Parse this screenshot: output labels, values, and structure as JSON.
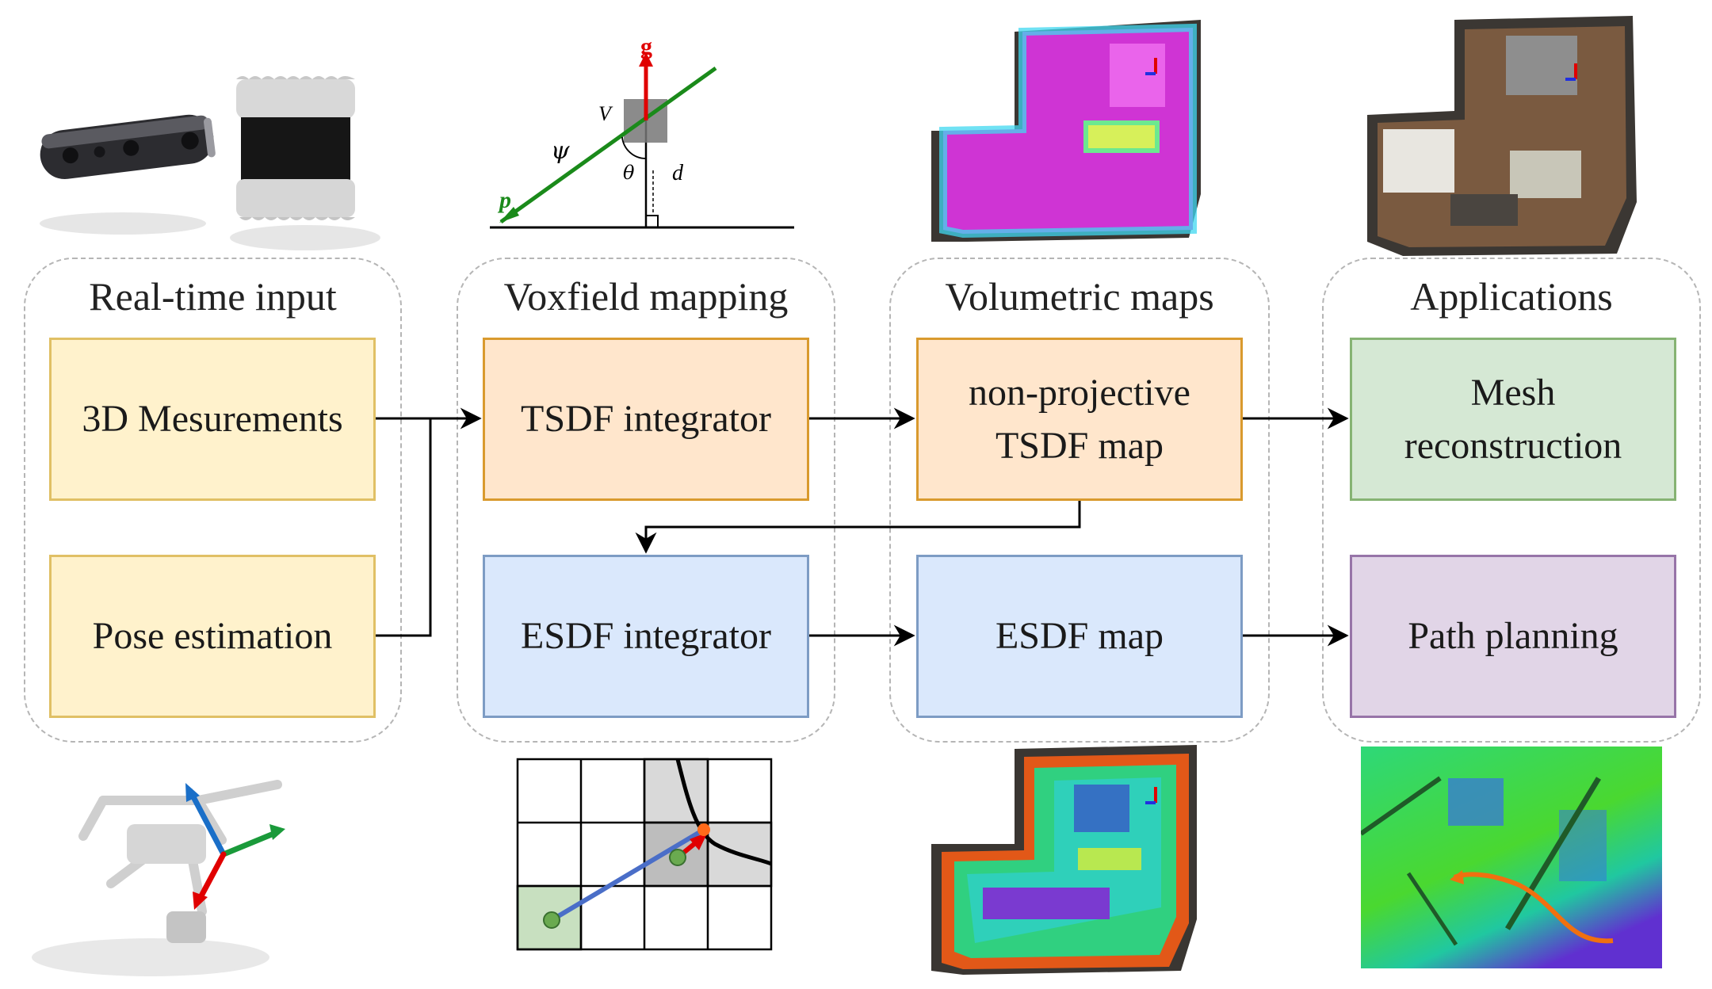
{
  "groups": {
    "input": {
      "title": "Real-time input"
    },
    "mapping": {
      "title": "Voxfield mapping"
    },
    "maps": {
      "title": "Volumetric maps"
    },
    "apps": {
      "title": "Applications"
    }
  },
  "boxes": {
    "measurements": "3D Mesurements",
    "pose": "Pose estimation",
    "tsdf_integrator": "TSDF integrator",
    "esdf_integrator": "ESDF integrator",
    "tsdf_map_line1": "non-projective",
    "tsdf_map_line2": "TSDF map",
    "esdf_map": "ESDF map",
    "mesh_line1": "Mesh",
    "mesh_line2": "reconstruction",
    "path_planning": "Path planning"
  },
  "projection_diagram": {
    "gravity": "g",
    "voxel": "V",
    "distance_along_ray": "ψ",
    "angle": "θ",
    "distance": "d",
    "point": "p"
  },
  "colors": {
    "yellow": "#fff2cc",
    "orange": "#ffe6cc",
    "blue": "#dae8fc",
    "green": "#d5e8d4",
    "purple": "#e1d5e7",
    "ray_green": "#1a8a1a",
    "gravity_red": "#e00000"
  }
}
